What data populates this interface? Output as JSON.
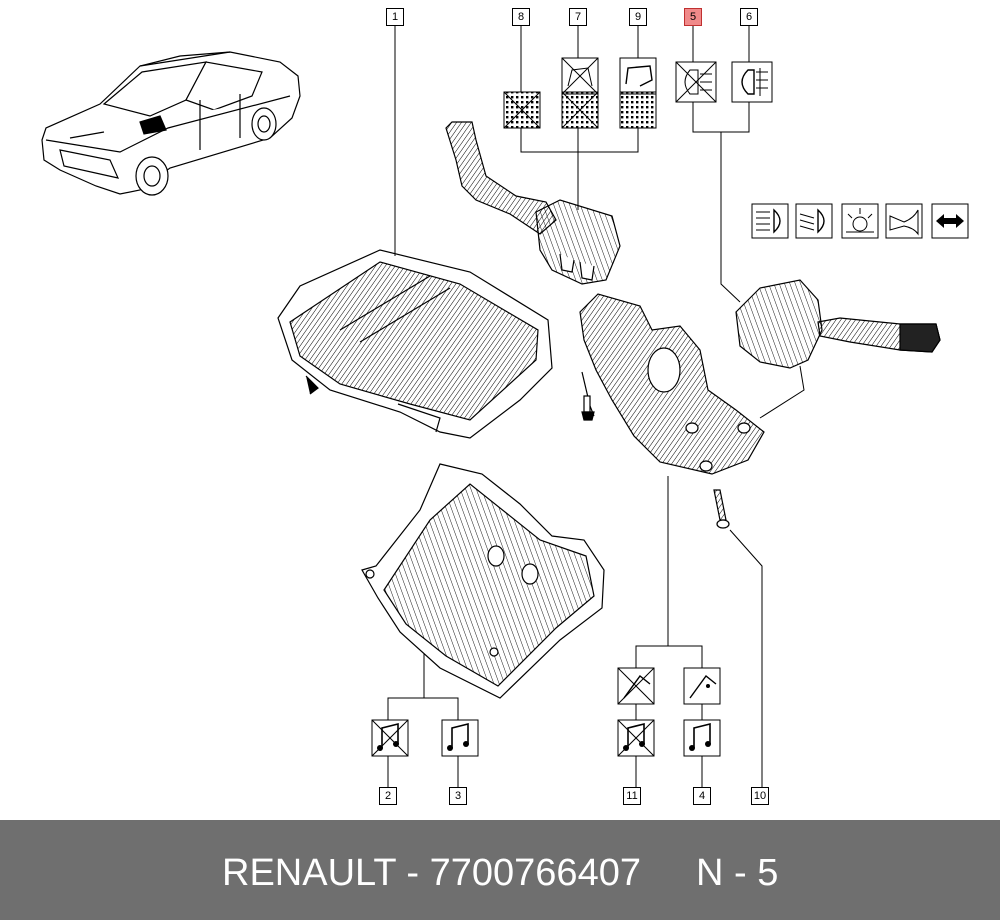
{
  "callouts": {
    "c1": "1",
    "c2": "2",
    "c3": "3",
    "c4": "4",
    "c5": "5",
    "c6": "6",
    "c7": "7",
    "c8": "8",
    "c9": "9",
    "c10": "10",
    "c11": "11"
  },
  "highlight_color": "#f08a8a",
  "icons": {
    "top_row": [
      "hatched-grid-icon",
      "crossed-washer-grid-icon",
      "washer-grid-icon",
      "crossed-lamp-icon",
      "fog-lamp-icon"
    ],
    "function_row": [
      "high-beam-icon",
      "low-beam-icon",
      "sidelight-icon",
      "horn-icon",
      "direction-arrows-icon"
    ],
    "bottom_left": [
      "crossed-audio-icon",
      "audio-icon"
    ],
    "bottom_right": [
      "crossed-wiper-icon",
      "wiper-icon",
      "crossed-audio-icon",
      "audio-icon"
    ]
  },
  "footer": {
    "part_label": "RENAULT - 7700766407",
    "ref_label": "N - 5"
  }
}
